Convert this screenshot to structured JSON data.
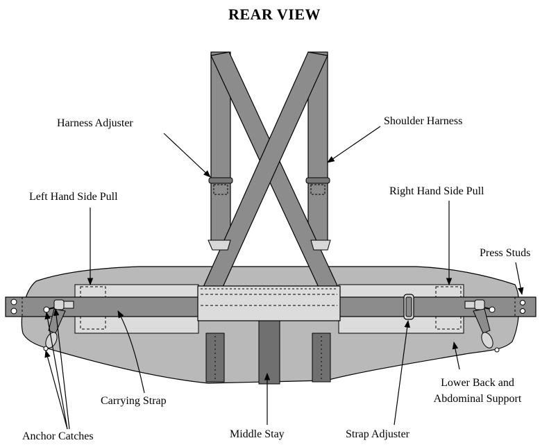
{
  "title": "REAR VIEW",
  "labels": {
    "harness_adjuster": "Harness Adjuster",
    "shoulder_harness": "Shoulder Harness",
    "left_hand_side_pull": "Left Hand Side Pull",
    "right_hand_side_pull": "Right Hand Side Pull",
    "press_studs": "Press Studs",
    "carrying_strap": "Carrying Strap",
    "lower_back_line1": "Lower Back and",
    "lower_back_line2": "Abdominal Support",
    "anchor_catches": "Anchor Catches",
    "middle_stay": "Middle Stay",
    "strap_adjuster": "Strap Adjuster"
  },
  "colors": {
    "support_body": "#b9b9b9",
    "strap": "#8c8c8c",
    "stay": "#707070",
    "panel": "#dcdcdc",
    "outline": "#000000"
  }
}
